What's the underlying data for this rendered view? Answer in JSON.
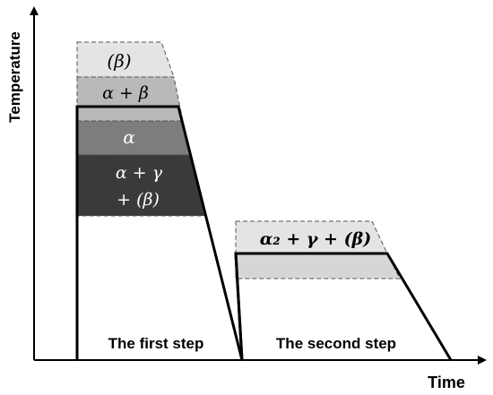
{
  "axes": {
    "y_label": "Temperature",
    "x_label": "Time"
  },
  "steps": [
    {
      "label": "The first step"
    },
    {
      "label": "The second step"
    }
  ],
  "first_step_phases": [
    {
      "label": "(β)",
      "fill": "#e4e4e4"
    },
    {
      "label": "α + β",
      "fill": "#b9b9b9"
    },
    {
      "label": "α",
      "fill": "#7d7d7d"
    },
    {
      "label_line1": "α + γ",
      "label_line2": "+ (β)",
      "fill": "#3a3a3a"
    }
  ],
  "second_step_phase": {
    "label": "α₂ + γ + (β)",
    "fill_upper": "#e4e4e4",
    "fill_lower": "#d6d6d6"
  },
  "colors": {
    "line": "#000000",
    "dashed_border": "#555555",
    "light_text": "#ffffff",
    "dark_text": "#000000"
  }
}
